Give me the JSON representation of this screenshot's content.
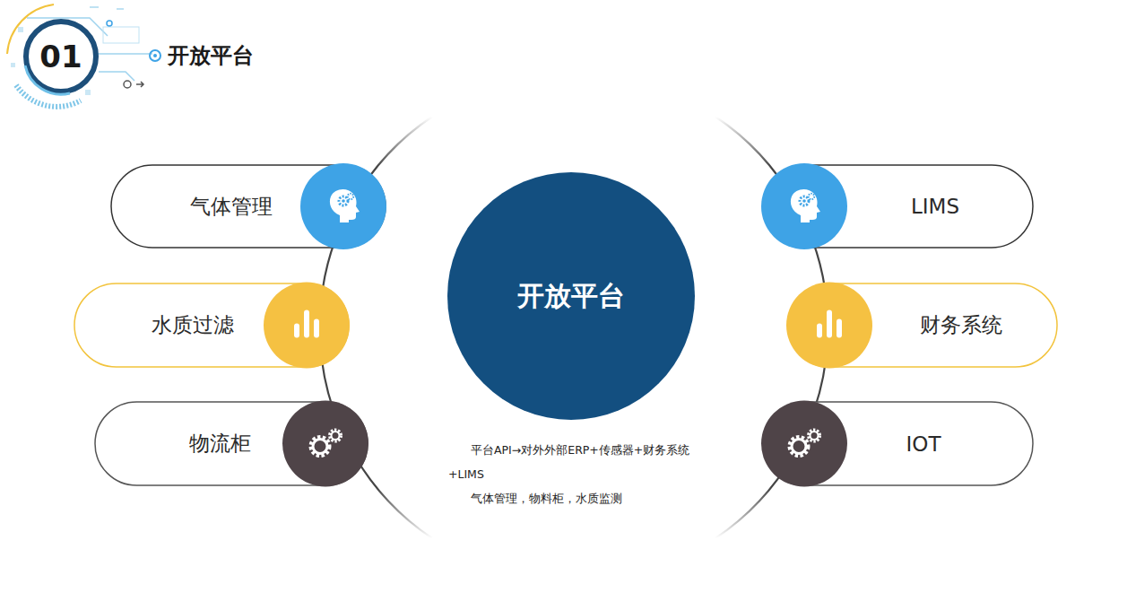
{
  "diagram": {
    "title": "开放平台",
    "nodes": [
      {
        "text": [
          "01"
        ]
      },
      {
        "text": [
          "气体管理"
        ]
      },
      {
        "text": [
          "LIMS"
        ]
      },
      {
        "text": [
          "水质过滤"
        ]
      },
      {
        "text": [
          "开放平台"
        ]
      },
      {
        "text": [
          "财务系统"
        ]
      },
      {
        "text": [
          "物流柜"
        ]
      },
      {
        "text": [
          "IOT"
        ]
      }
    ],
    "labels": [
      "平台API→对外外部ERP+传感器+财务系统+LIMS",
      "气体管理，物料柜，水质监测"
    ]
  }
}
